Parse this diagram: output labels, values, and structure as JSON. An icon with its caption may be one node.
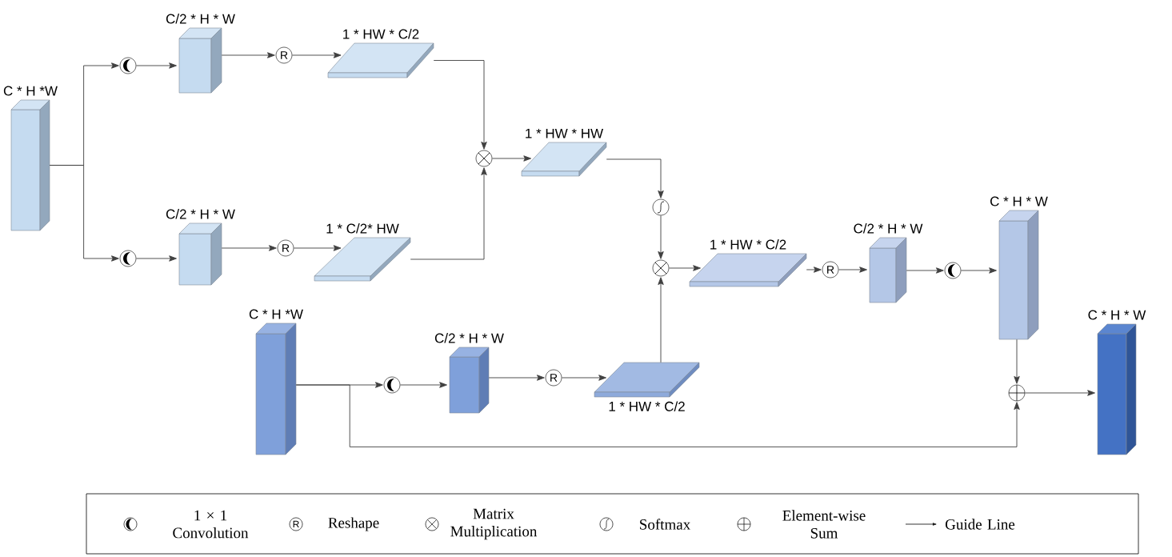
{
  "diagram": {
    "nodes": [
      {
        "text": [],
        "shape": "box",
        "beside": [
          "C * H  *W"
        ]
      },
      {
        "text": [],
        "shape": "circle"
      },
      {
        "text": [],
        "shape": "box",
        "beside": [
          "C/2 * H * W"
        ]
      },
      {
        "text": [
          "R"
        ]
      },
      {
        "text": [],
        "shape": "box",
        "beside": [
          "1 * HW * C/2"
        ]
      },
      {
        "text": [],
        "shape": "circle"
      },
      {
        "text": [],
        "shape": "box",
        "beside": [
          "C/2 * H * W"
        ]
      },
      {
        "text": [
          "R"
        ]
      },
      {
        "text": [],
        "shape": "box",
        "beside": [
          "1 * C/2* HW"
        ]
      },
      {
        "text": [],
        "shape": "circle"
      },
      {
        "text": [],
        "shape": "box",
        "beside": [
          "1 * HW * HW"
        ]
      },
      {
        "text": [],
        "shape": "circle"
      },
      {
        "text": [],
        "shape": "circle"
      },
      {
        "text": [],
        "shape": "box",
        "beside": [
          "1 * HW * C/2"
        ]
      },
      {
        "text": [
          "R"
        ]
      },
      {
        "text": [],
        "shape": "box",
        "beside": [
          "C/2 * H * W"
        ]
      },
      {
        "text": [],
        "shape": "circle"
      },
      {
        "text": [],
        "shape": "box",
        "beside": [
          "C * H * W"
        ]
      },
      {
        "text": [],
        "shape": "circle"
      },
      {
        "text": [],
        "shape": "box",
        "beside": [
          "C * H * W"
        ]
      },
      {
        "text": [],
        "shape": "box",
        "beside": [
          "C * H  *W"
        ]
      },
      {
        "text": [],
        "shape": "circle"
      },
      {
        "text": [],
        "shape": "box",
        "beside": [
          "C/2 * H * W"
        ]
      },
      {
        "text": [
          "R"
        ]
      },
      {
        "text": [],
        "shape": "box",
        "beside": [
          "1 * HW * C/2"
        ]
      }
    ],
    "edges": [
      {
        "from": 0,
        "to": 1,
        "arrow": "to"
      },
      {
        "from": 0,
        "to": 5,
        "arrow": "to"
      },
      {
        "from": 1,
        "to": 2,
        "arrow": "to"
      },
      {
        "from": 2,
        "to": 3,
        "arrow": "to"
      },
      {
        "from": 3,
        "to": 4,
        "arrow": "to"
      },
      {
        "from": 4,
        "to": 9,
        "arrow": "to"
      },
      {
        "from": 5,
        "to": 6,
        "arrow": "to"
      },
      {
        "from": 6,
        "to": 7,
        "arrow": "to"
      },
      {
        "from": 7,
        "to": 8,
        "arrow": "to"
      },
      {
        "from": 8,
        "to": 9,
        "arrow": "to"
      },
      {
        "from": 9,
        "to": 10,
        "arrow": "to"
      },
      {
        "from": 10,
        "to": 11,
        "arrow": "to"
      },
      {
        "from": 11,
        "to": 12,
        "arrow": "to"
      },
      {
        "from": 12,
        "to": 13,
        "arrow": "to"
      },
      {
        "from": 13,
        "to": 14,
        "arrow": "to"
      },
      {
        "from": 14,
        "to": 15,
        "arrow": "to"
      },
      {
        "from": 15,
        "to": 16,
        "arrow": "to"
      },
      {
        "from": 16,
        "to": 17,
        "arrow": "to"
      },
      {
        "from": 17,
        "to": 18,
        "arrow": "to"
      },
      {
        "from": 18,
        "to": 19,
        "arrow": "to"
      },
      {
        "from": 20,
        "to": 21,
        "arrow": "to"
      },
      {
        "from": 21,
        "to": 22,
        "arrow": "to"
      },
      {
        "from": 22,
        "to": 23,
        "arrow": "to"
      },
      {
        "from": 23,
        "to": 24,
        "arrow": "to"
      },
      {
        "from": 24,
        "to": 12,
        "arrow": "to"
      },
      {
        "from": 20,
        "to": 18,
        "arrow": "to"
      }
    ],
    "labels": [
      "R"
    ],
    "legend": [
      {
        "text": "1 × 1 Convolution"
      },
      {
        "text": "Reshape"
      },
      {
        "text": "Matrix Multiplication"
      },
      {
        "text": "Softmax"
      },
      {
        "text": "Element-wise Sum"
      },
      {
        "text": "Guide Line"
      }
    ]
  }
}
